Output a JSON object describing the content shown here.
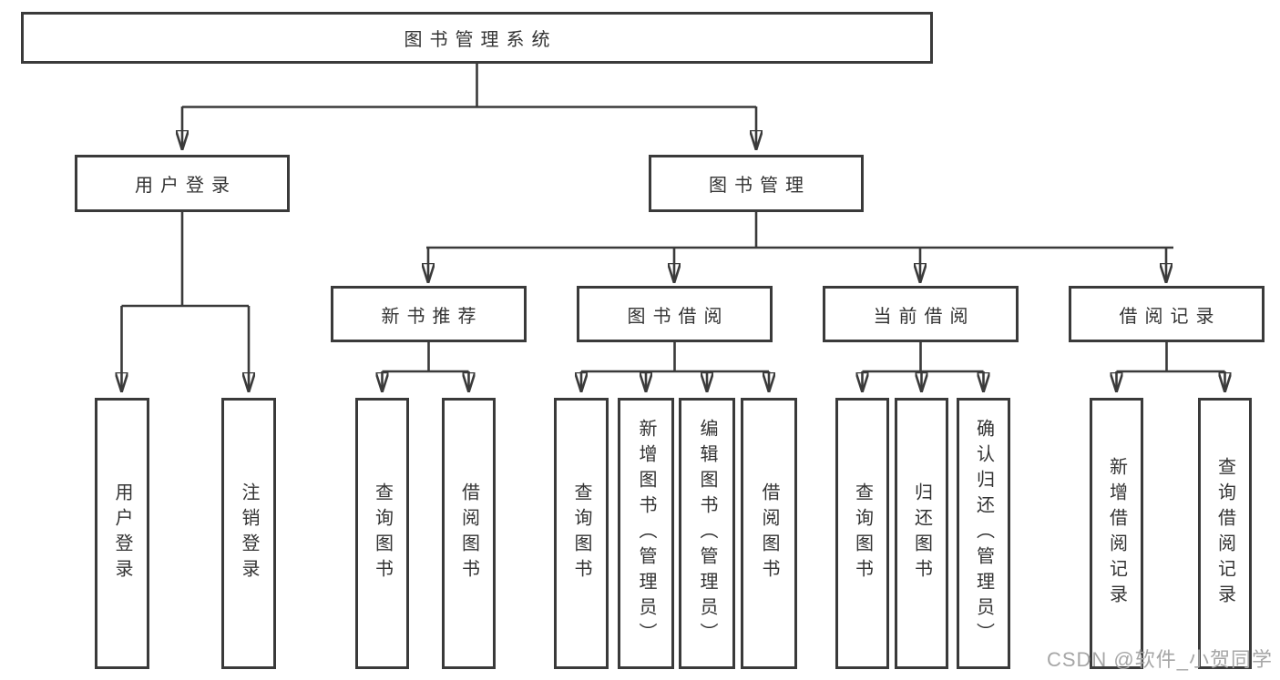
{
  "colors": {
    "line": "#3a3a3a",
    "text": "#333333",
    "node_bg": "#ffffff",
    "canvas_bg": "#ffffff",
    "watermark": "#a6a6a6"
  },
  "tree": {
    "label": "图书管理系统",
    "children": [
      {
        "label": "用户登录",
        "children": [
          {
            "label": "用户登录"
          },
          {
            "label": "注销登录"
          }
        ]
      },
      {
        "label": "图书管理",
        "children": [
          {
            "label": "新书推荐",
            "children": [
              {
                "label": "查询图书"
              },
              {
                "label": "借阅图书"
              }
            ]
          },
          {
            "label": "图书借阅",
            "children": [
              {
                "label": "查询图书"
              },
              {
                "label": "新增图书（管理员）"
              },
              {
                "label": "编辑图书（管理员）"
              },
              {
                "label": "借阅图书"
              }
            ]
          },
          {
            "label": "当前借阅",
            "children": [
              {
                "label": "查询图书"
              },
              {
                "label": "归还图书"
              },
              {
                "label": "确认归还（管理员）"
              }
            ]
          },
          {
            "label": "借阅记录",
            "children": [
              {
                "label": "新增借阅记录"
              },
              {
                "label": "查询借阅记录"
              }
            ]
          }
        ]
      }
    ]
  },
  "watermark": {
    "text": "CSDN @软件_小贺同学"
  }
}
